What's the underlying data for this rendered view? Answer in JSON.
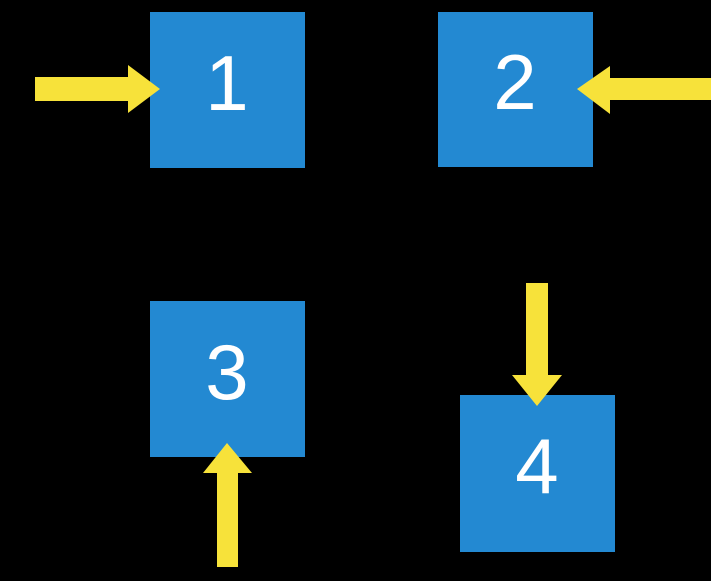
{
  "diagram": {
    "description": "Four numbered blue squares on a black background, each indicated by a thick yellow arrow",
    "background_color": "#000000",
    "colors": {
      "box": "#2389d2",
      "arrow": "#f7e23a",
      "label": "#ffffff"
    },
    "boxes": [
      {
        "label": "1",
        "arrow_direction": "pointing-right-into-left-side"
      },
      {
        "label": "2",
        "arrow_direction": "pointing-left-into-right-side"
      },
      {
        "label": "3",
        "arrow_direction": "pointing-up-into-bottom-side"
      },
      {
        "label": "4",
        "arrow_direction": "pointing-down-into-top-side"
      }
    ]
  }
}
